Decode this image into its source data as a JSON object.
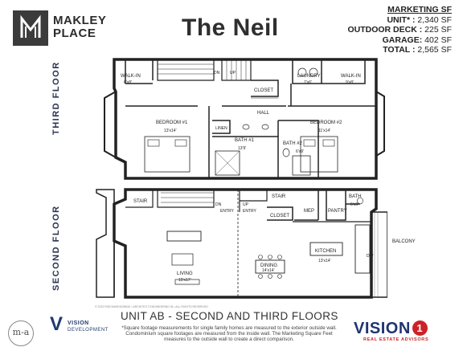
{
  "brand": {
    "line1": "MAKLEY",
    "line2": "PLACE"
  },
  "title": "The Neil",
  "specs": {
    "header": "MARKETING SF",
    "rows": [
      {
        "label": "UNIT* :",
        "value": "2,340 SF"
      },
      {
        "label": "OUTDOOR DECK :",
        "value": "225 SF"
      },
      {
        "label": "GARAGE:",
        "value": "402 SF"
      },
      {
        "label": "TOTAL :",
        "value": "2,565 SF"
      }
    ]
  },
  "floors": {
    "third": "THIRD FLOOR",
    "second": "SECOND FLOOR"
  },
  "rooms_third": {
    "walkin_left": "WALK-IN",
    "walkin_left_dim": "8'x8'",
    "dn": "DN",
    "up": "UP",
    "closet": "CLOSET",
    "laundry": "LAUNDRY",
    "laundry_dim": "7'x6'",
    "walkin_right": "WALK-IN",
    "walkin_right_dim": "9'x8'",
    "hall": "HALL",
    "bedroom1": "BEDROOM #1",
    "bedroom1_dim": "13'x14'",
    "linen": "LINEN",
    "bath1": "BATH #1",
    "bath1_dim": "13'9'",
    "bedroom2": "BEDROOM #2",
    "bedroom2_dim": "11'x14'",
    "bath2": "BATH #2",
    "bath2_dim": "6'x9'"
  },
  "rooms_second": {
    "stair_left": "STAIR",
    "dn": "DN",
    "entry": "ENTRY",
    "up": "UP",
    "stair_right": "STAIR",
    "closet": "CLOSET",
    "mep": "MEP",
    "pantry": "PANTRY",
    "bath": "BATH",
    "bath_dim": "5'x6'",
    "balcony": "BALCONY",
    "kitchen": "KITCHEN",
    "kitchen_dim": "13'x14'",
    "dining": "DINING",
    "dining_dim": "14'x14'",
    "living": "LIVING",
    "living_dim": "15'x17'",
    "dw": "DW"
  },
  "copyright": "© 2022 RISCHARDSONING • ARCHITECT ENGINEERING IN • ALL RIGHTS RESERVED",
  "footer": {
    "unit_title": "UNIT AB - SECOND AND THIRD FLOORS",
    "note": "*Square footage measurements for single family homes are measured to the exterior outside wall. Condominium square footages are measured from the inside wall. The Marketing Square Feet measures to the outside wall to create a direct comparison."
  },
  "logos": {
    "ma": "m-a",
    "vision_dev_line1": "VISION",
    "vision_dev_line2": "DEVELOPMENT",
    "vision_word": "VISION",
    "vision_num": "1",
    "vision_sub": "REAL ESTATE ADVISORS"
  },
  "colors": {
    "brand_dark": "#3b3b3b",
    "navy": "#1f3470",
    "red": "#cc2229",
    "floor_label": "#2a3552"
  }
}
